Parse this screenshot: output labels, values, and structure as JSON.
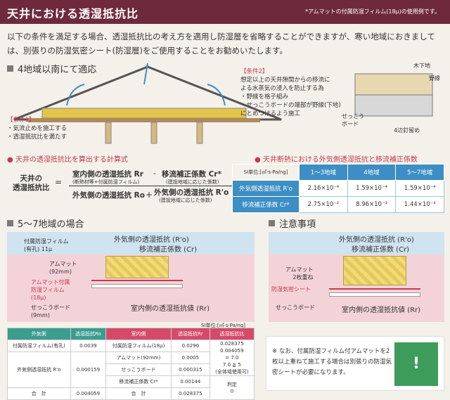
{
  "header": {
    "title": "天井における透湿抵抗比",
    "note": "*アムマットの付属防湿フィルム(18μ)の使用例です。"
  },
  "intro": "以下の条件を満足する場合、透湿抵抗比の考え方を適用し防湿層を省略することができますが、寒い地域におきましては、別張りの防湿気密シート(防湿層)をご使用することをお勧めいたします。",
  "sec1": {
    "title": "4地域以南にて適応",
    "cond1_title": "【条件1】",
    "cond1_items": [
      "・気流止めを施工する",
      "・透湿抵抗比を満たす"
    ],
    "cond2_title": "【条件2】",
    "cond2_items": [
      "想定以上の天井隙間からの移流に",
      "よる水蒸気の浸入を防止する為",
      "・野縁を格子組み",
      "・せっこうボードの端部が野縁(下地)",
      "にとめつけるよう施工"
    ],
    "labels": {
      "shita": "木下地",
      "noen": "野縁",
      "board": "せっこう\nボード",
      "tome": "4辺釘留め"
    }
  },
  "formula": {
    "heading": "天井の透湿抵抗比を算出する計算式",
    "left": "天井の\n透湿抵抗比",
    "num_main": "室内側の透湿抵抗 Rr",
    "num_sub": "(断熱材等+付属防湿フィルム)",
    "num_corr": "移流補正係数 Cr*",
    "num_corr_sub": "(建設地域に応じた係数)",
    "den_main": "外気側の透湿抵抗 Ro",
    "den_plus": "+",
    "den_corr": "外気側の透湿抵抗 R'o",
    "den_corr_sub": "(建設地域に応じた係数)",
    "eq": "=",
    "minus": "-"
  },
  "table1": {
    "heading": "天井断熱における外気側透湿抵抗と移流補正係数",
    "unit": "SI単位:[㎡·s·Pa/ng]",
    "cols": [
      "1〜3地域",
      "4地域",
      "5〜7地域"
    ],
    "rows": [
      {
        "label": "外気側透湿抵抗 R'o",
        "vals": [
          "2.16×10⁻⁴",
          "1.59×10⁻⁴",
          "1.59×10⁻⁴"
        ]
      },
      {
        "label": "移流補正係数 Cr*",
        "vals": [
          "2.75×10⁻²",
          "8.96×10⁻³",
          "1.44×10⁻³"
        ]
      }
    ]
  },
  "sec2": {
    "title": "5〜7地域の場合",
    "film": "付属防湿フィルム\n(有孔) 11μ",
    "ro": "外気側の透湿抵抗 (R'o)",
    "cr": "移流補正係数 (Cr)",
    "ammat": "アムマット\n(92mm)",
    "ammat_film": "アムマット付属\n防湿フィルム\n(18μ)",
    "board": "せっこうボード\n(9mm)",
    "rr": "室内側の透湿抵抗値 (Rr)",
    "unit": "SI単位:[㎡·s·Pa/ng]"
  },
  "sec3": {
    "title": "注意事項",
    "ro": "外気側の透湿抵抗 (R'o)",
    "cr": "移流補正係数 (Cr)",
    "ammat": "アムマット\n2枚重ね",
    "sheet": "防湿気密シート",
    "board": "せっこうボード",
    "rr": "室内側の透湿抵抗値 (Rr)"
  },
  "table2": {
    "h_out": "外気側",
    "h_ro": "透湿抵抗Ro",
    "h_in": "室内側",
    "h_rr": "透湿抵抗Rr",
    "h_ratio": "透湿抵抗比",
    "rows": [
      [
        "付属防湿フィルム(有孔)",
        "0.0039",
        "付属防湿フィルム(18μ)",
        "0.0290"
      ],
      [
        "外気側透湿抵抗 R'o",
        "0.000159",
        "アムマット(92mm)",
        "0.0005"
      ],
      [
        "",
        "",
        "せっこうボード",
        "0.000315"
      ],
      [
        "",
        "",
        "移流補正係数 Cr*",
        "0.00144"
      ],
      [
        "合　計",
        "0.004059",
        "合　計",
        "0.028375"
      ]
    ],
    "calc_num": "0.028375",
    "calc_den": "0.004059",
    "calc_eq": "= 7.0",
    "calc_ge": "7.0 ≧ 5",
    "calc_note": "(全体域使用可)",
    "judge": "判定\n◎"
  },
  "notice": {
    "text": "※ なお、付属防湿フィルム付アムマットを2枚以上重ねて施工する場合は別張りの防湿気密シートが必要になります。",
    "mark": "!"
  }
}
